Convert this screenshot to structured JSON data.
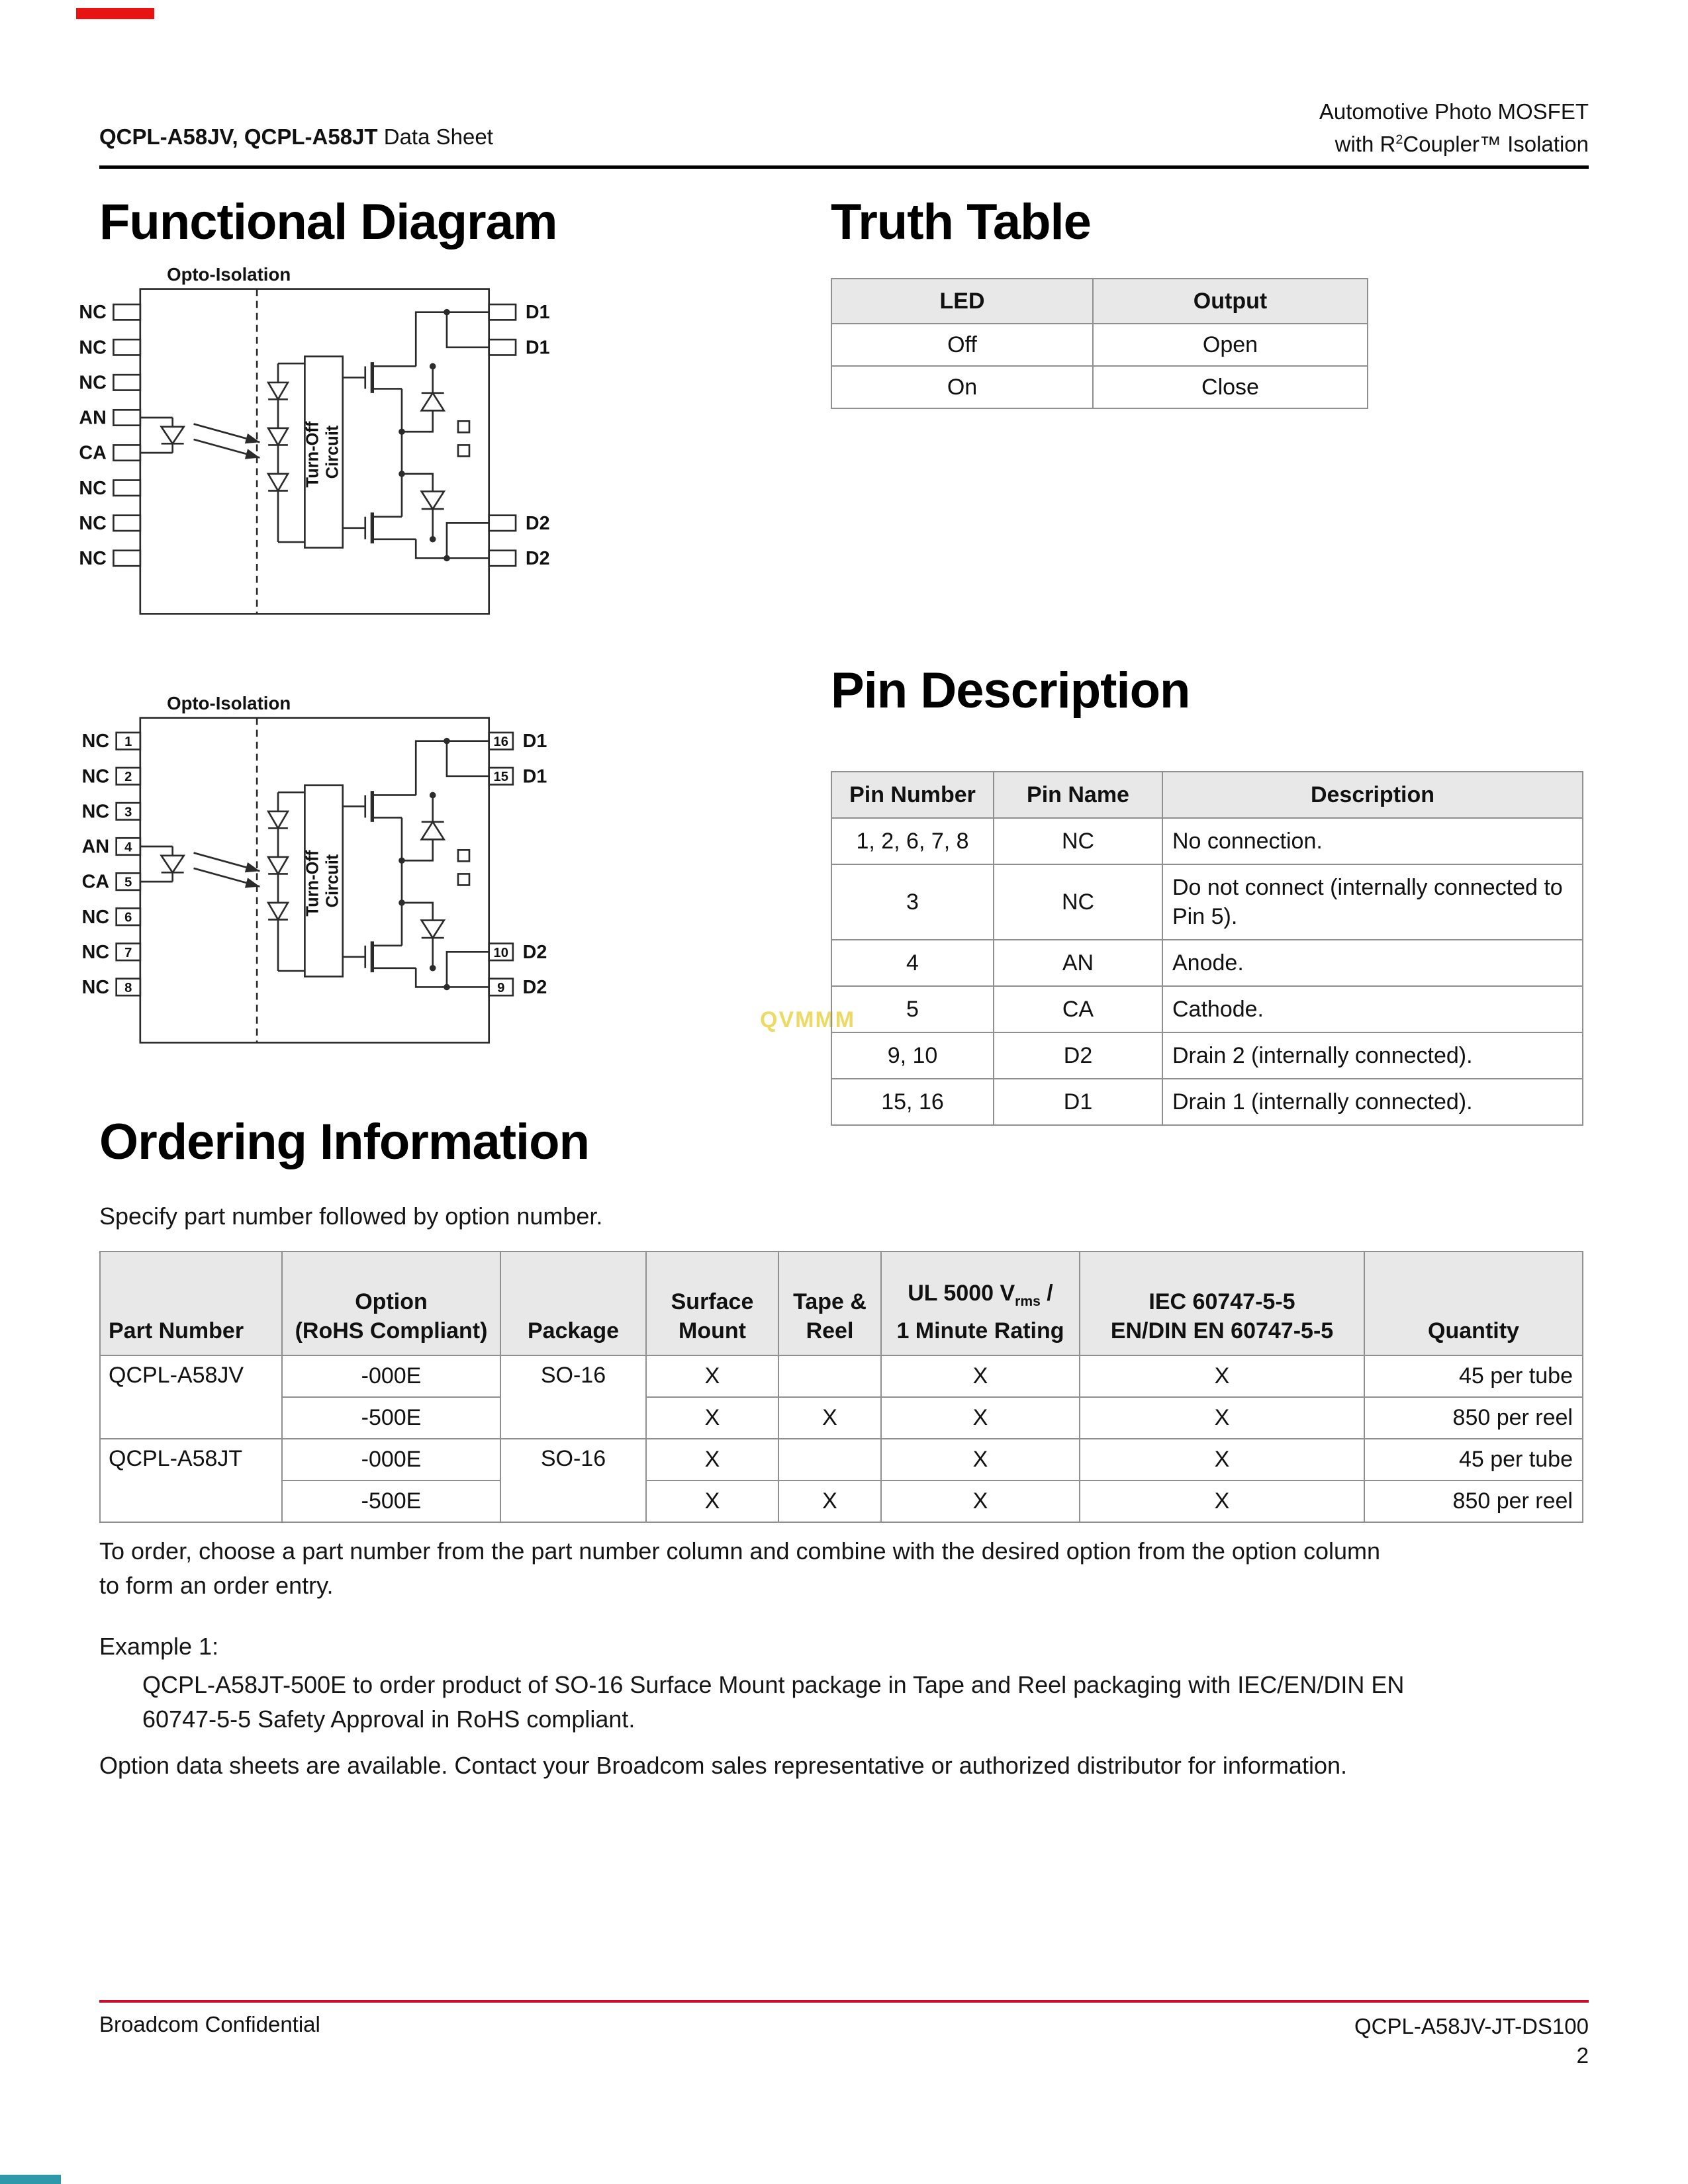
{
  "colors": {
    "header_rule": "#000000",
    "footer_rule": "#c8102e",
    "table_header_bg": "#e8e8e8",
    "table_border": "#8f8f8f",
    "artifact_red": "#e81313",
    "artifact_teal": "#2e99a8",
    "watermark_yellow": "#e9d44a"
  },
  "header": {
    "left_bold": "QCPL-A58JV, QCPL-A58JT",
    "left_rest": " Data Sheet",
    "right_line1": "Automotive Photo MOSFET",
    "right_line2_pre": "with R",
    "right_line2_sup": "2",
    "right_line2_post": "Coupler™  Isolation"
  },
  "titles": {
    "functional_diagram": "Functional Diagram",
    "truth_table": "Truth Table",
    "pin_description": "Pin Description",
    "ordering_information": "Ordering Information"
  },
  "diagram1": {
    "opto": "Opto-Isolation",
    "turnoff_line1": "Turn-Off",
    "turnoff_line2": "Circuit",
    "left_pins": [
      "NC",
      "NC",
      "NC",
      "AN",
      "CA",
      "NC",
      "NC",
      "NC"
    ],
    "right_pins": [
      "D1",
      "D1",
      "D2",
      "D2"
    ]
  },
  "diagram2": {
    "opto": "Opto-Isolation",
    "turnoff_line1": "Turn-Off",
    "turnoff_line2": "Circuit",
    "left_pins": [
      "NC",
      "NC",
      "NC",
      "AN",
      "CA",
      "NC",
      "NC",
      "NC"
    ],
    "left_nums": [
      "1",
      "2",
      "3",
      "4",
      "5",
      "6",
      "7",
      "8"
    ],
    "right_pins": [
      "D1",
      "D1",
      "D2",
      "D2"
    ],
    "right_nums": [
      "16",
      "15",
      "10",
      "9"
    ]
  },
  "truth_table": {
    "col_led": "LED",
    "col_output": "Output",
    "rows": [
      {
        "led": "Off",
        "output": "Open"
      },
      {
        "led": "On",
        "output": "Close"
      }
    ]
  },
  "pin_table": {
    "col_number": "Pin Number",
    "col_name": "Pin Name",
    "col_desc": "Description",
    "rows": [
      {
        "num": "1, 2, 6, 7, 8",
        "name": "NC",
        "desc": "No connection."
      },
      {
        "num": "3",
        "name": "NC",
        "desc": "Do not connect (internally connected to Pin 5)."
      },
      {
        "num": "4",
        "name": "AN",
        "desc": "Anode."
      },
      {
        "num": "5",
        "name": "CA",
        "desc": "Cathode."
      },
      {
        "num": "9, 10",
        "name": "D2",
        "desc": "Drain 2 (internally connected)."
      },
      {
        "num": "15, 16",
        "name": "D1",
        "desc": "Drain 1 (internally connected)."
      }
    ]
  },
  "ordering": {
    "intro": "Specify part number followed by option number.",
    "headers": {
      "part": "Part Number",
      "option_l1": "Option",
      "option_l2": "(RoHS Compliant)",
      "package": "Package",
      "surface_l1": "Surface",
      "surface_l2": "Mount",
      "tape_l1": "Tape &",
      "tape_l2": "Reel",
      "ul_l1_pre": "UL 5000 V",
      "ul_l1_sub": "rms",
      "ul_l1_post": " /",
      "ul_l2": "1 Minute Rating",
      "iec_l1": "IEC 60747-5-5",
      "iec_l2": "EN/DIN EN 60747-5-5",
      "qty": "Quantity"
    },
    "rows": [
      {
        "part": "QCPL-A58JV",
        "option": "-000E",
        "package": "SO-16",
        "surface": "X",
        "tape": "",
        "ul": "X",
        "iec": "X",
        "qty": "45 per tube"
      },
      {
        "option": "-500E",
        "surface": "X",
        "tape": "X",
        "ul": "X",
        "iec": "X",
        "qty": "850 per reel"
      },
      {
        "part": "QCPL-A58JT",
        "option": "-000E",
        "package": "SO-16",
        "surface": "X",
        "tape": "",
        "ul": "X",
        "iec": "X",
        "qty": "45 per tube"
      },
      {
        "option": "-500E",
        "surface": "X",
        "tape": "X",
        "ul": "X",
        "iec": "X",
        "qty": "850 per reel"
      }
    ],
    "para1_lines": [
      "To order, choose a part number from the part number column and combine with the desired option from the option column",
      "to form an order entry."
    ],
    "example_label": "Example 1:",
    "example_lines": [
      "QCPL-A58JT-500E to order product of SO-16 Surface Mount package in Tape and Reel packaging with IEC/EN/DIN EN",
      "60747-5-5 Safety Approval in RoHS compliant."
    ],
    "closing": "Option data sheets are available. Contact your Broadcom sales representative or authorized distributor for information."
  },
  "watermark": "QVMMM",
  "footer": {
    "left": "Broadcom Confidential",
    "doc_number": "QCPL-A58JV-JT-DS100",
    "page_number": "2"
  }
}
